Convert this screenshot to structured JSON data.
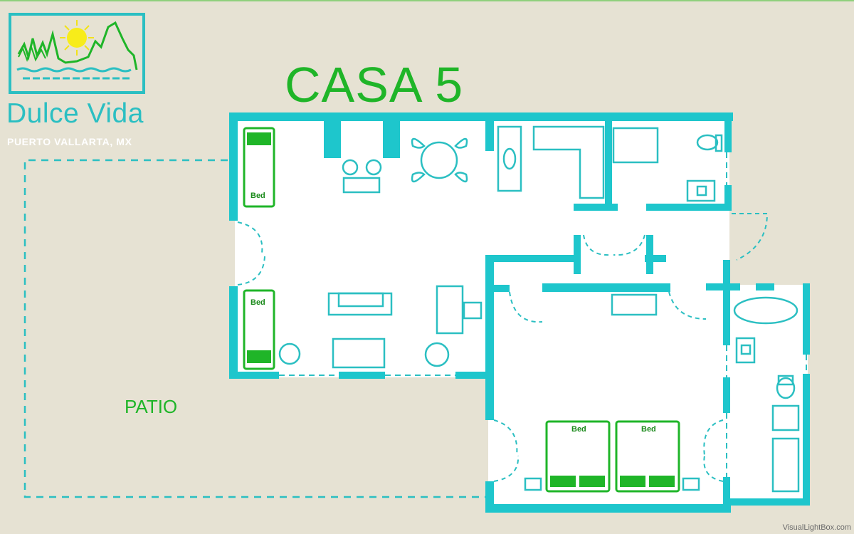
{
  "brand": {
    "name": "Dulce Vida",
    "location": "PUERTO VALLARTA, MX"
  },
  "plan": {
    "title": "CASA 5",
    "patio_label": "PATIO",
    "bed_labels": [
      "Bed",
      "Bed",
      "Bed",
      "Bed"
    ]
  },
  "watermark": "VisualLightBox.com",
  "colors": {
    "wall": "#1ec6cc",
    "furniture_line": "#2bbfc2",
    "bed": "#1fb528",
    "background": "#e6e2d3",
    "interior": "#ffffff"
  },
  "icons": [
    "mountain-sun-logo-icon"
  ]
}
